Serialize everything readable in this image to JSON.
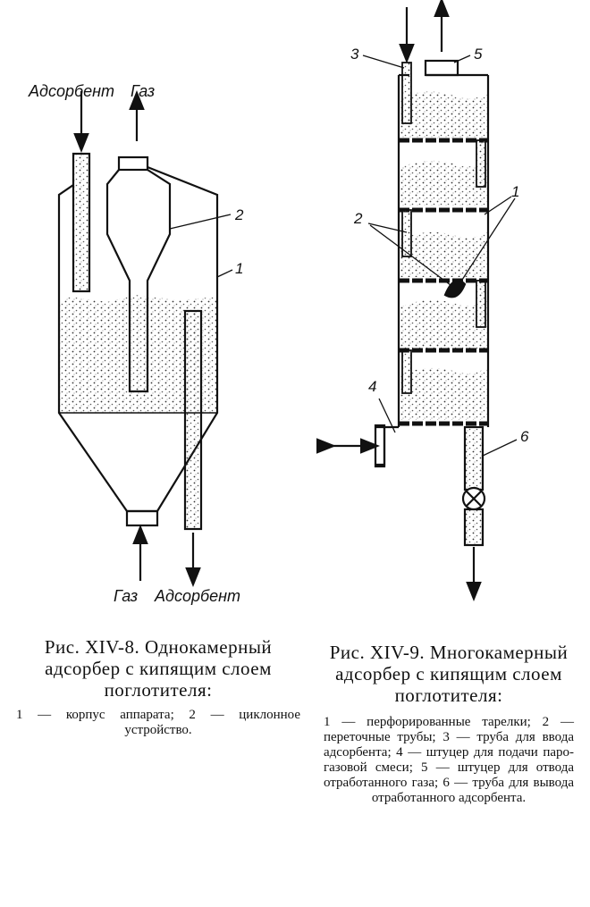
{
  "figure_left": {
    "flow_labels": {
      "top_left": "Адсорбент",
      "top_right": "Газ",
      "bottom_left": "Газ",
      "bottom_right": "Адсорбент"
    },
    "callouts": [
      "1",
      "2"
    ],
    "caption_title": "Рис. XIV-8. Однокамерный адсорбер с кипящим слоем поглотителя:",
    "caption_legend": "1 — корпус аппарата; 2 — циклонное устройство."
  },
  "figure_right": {
    "callouts": [
      "1",
      "2",
      "3",
      "4",
      "5",
      "6"
    ],
    "caption_title": "Рис. XIV-9. Многокамерный адсорбер с кипящим слоем поглотителя:",
    "caption_legend": "1 — перфорированные тарелки; 2 — переточные трубы; 3 — труба для ввода адсорбента; 4 — штуцер для подачи паро-газовой смеси; 5 — штуцер для отвода отработанного газа; 6 — труба для вывода отработанного адсорбента."
  }
}
